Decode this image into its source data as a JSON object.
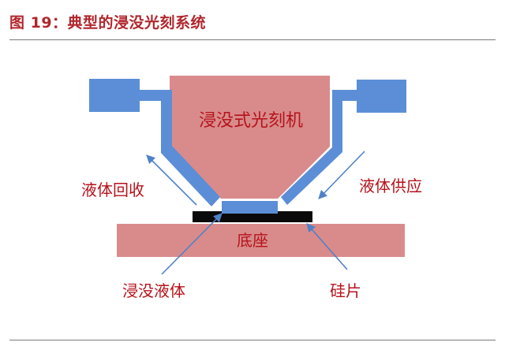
{
  "figure": {
    "title": "图 19：典型的浸没光刻系统"
  },
  "diagram": {
    "labels": {
      "machine": "浸没式光刻机",
      "base": "底座",
      "liquid_recovery": "液体回收",
      "liquid_supply": "液体供应",
      "immersion_liquid": "浸没液体",
      "wafer": "硅片"
    },
    "colors": {
      "machine_fill": "#d98b8b",
      "base_fill": "#d98b8b",
      "pipe_fill": "#5b8ed6",
      "wafer_fill": "#0a0a0a",
      "label_text": "#b5121b",
      "arrow": "#4f81c7",
      "title_text": "#b1262c"
    }
  }
}
